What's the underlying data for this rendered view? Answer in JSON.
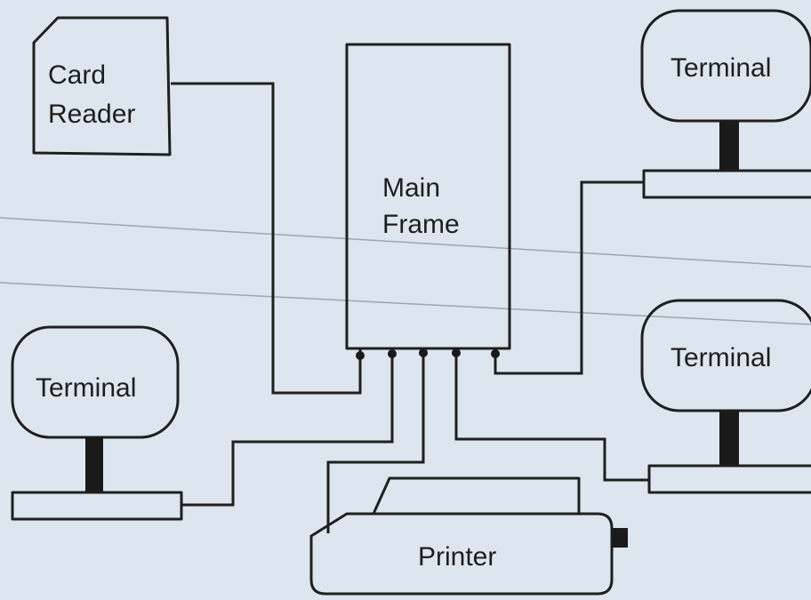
{
  "card_reader": {
    "line1": "Card",
    "line2": "Reader"
  },
  "main_frame": {
    "line1": "Main",
    "line2": "Frame"
  },
  "terminals": [
    "Terminal",
    "Terminal",
    "Terminal"
  ],
  "printer": {
    "label": "Printer"
  },
  "colors": {
    "background": "#dde6ee",
    "ink": "#1f1f1f"
  }
}
